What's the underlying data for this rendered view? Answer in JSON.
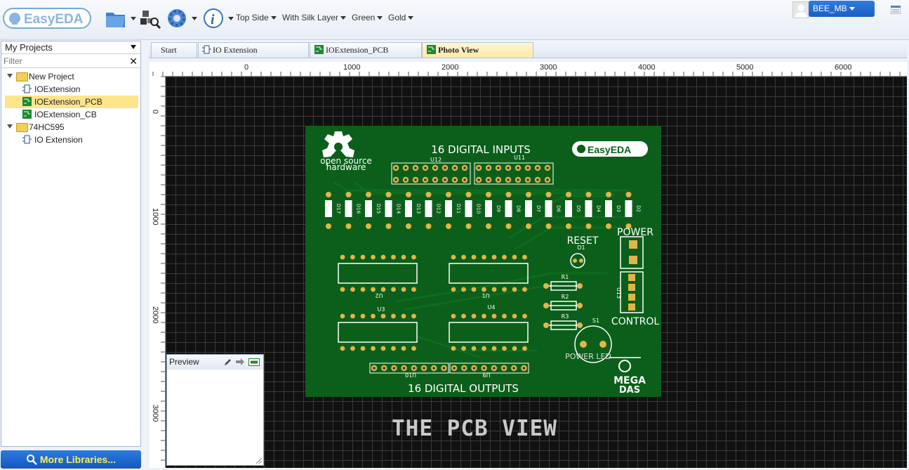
{
  "toolbar": {
    "logo_text": "EasyEDA",
    "side": "Top Side",
    "silk": "With Silk Layer",
    "color": "Green",
    "finish": "Gold"
  },
  "user": {
    "name": "BEE_MB"
  },
  "left_panel": {
    "header": "My Projects",
    "filter_placeholder": "Filter",
    "tree": [
      {
        "label": "New Project"
      },
      {
        "label": "IOExtension"
      },
      {
        "label": "IOExtension_PCB"
      },
      {
        "label": "IOExtension_CB"
      },
      {
        "label": "74HC595"
      },
      {
        "label": "IO Extension"
      }
    ],
    "more_libraries": "More Libraries..."
  },
  "tabs": [
    {
      "label": "Start"
    },
    {
      "label": "IO Extension"
    },
    {
      "label": "IOExtension_PCB"
    },
    {
      "label": "Photo View"
    }
  ],
  "ruler": {
    "top": [
      "0",
      "1000",
      "2000",
      "3000",
      "4000",
      "5000",
      "6000"
    ],
    "left": [
      "0",
      "1000",
      "2000",
      "3000"
    ]
  },
  "pcb": {
    "inputs_title": "16 DIGITAL INPUTS",
    "outputs_title": "16 DIGITAL OUTPUTS",
    "osh_line1": "open source",
    "osh_line2": "hardware",
    "easyeda": "EasyEDA",
    "power": "POWER",
    "reset": "RESET",
    "control": "CONTROL",
    "power_led": "POWER LED",
    "brand1": "MEGA",
    "brand2": "DAS",
    "ref_u12": "U12",
    "ref_u11": "U11",
    "ref_d1": "D1",
    "ref_r1": "R1",
    "ref_r2": "R2",
    "ref_r3": "R3",
    "ref_s1": "S1",
    "ref_u2": "U2",
    "ref_u1": "U1",
    "ref_u3": "U3",
    "ref_u4": "U4",
    "ref_u13": "U13",
    "ref_u10": "U10",
    "ref_u9": "U9",
    "leds": [
      "D17",
      "D16",
      "D15",
      "D14",
      "D13",
      "D12",
      "D11",
      "D10",
      "D9",
      "D8",
      "D7",
      "D6",
      "D5",
      "D4",
      "D3",
      "D2"
    ]
  },
  "caption": "THE PCB VIEW",
  "preview": {
    "title": "Preview"
  }
}
